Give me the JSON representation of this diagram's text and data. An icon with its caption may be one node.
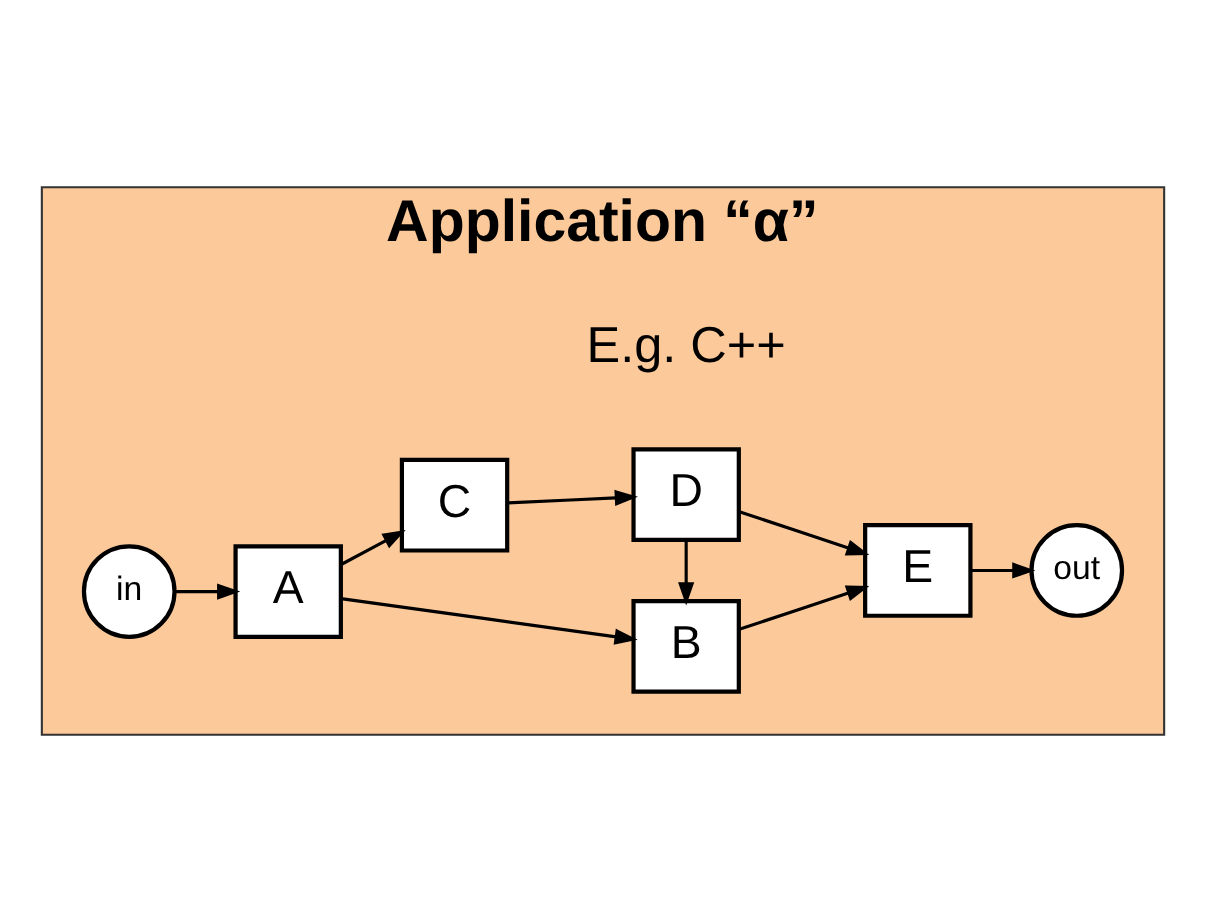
{
  "diagram": {
    "nodes": [
      {
        "text": [
          "Application “α”"
        ]
      },
      {
        "text": [
          "in"
        ],
        "in": 0
      },
      {
        "text": [
          "A"
        ],
        "in": 0
      },
      {
        "text": [
          "B"
        ],
        "in": 0
      },
      {
        "text": [
          "C"
        ],
        "in": 0
      },
      {
        "text": [
          "D"
        ],
        "in": 0
      },
      {
        "text": [
          "E"
        ],
        "in": 0
      },
      {
        "text": [
          "out"
        ],
        "in": 0
      }
    ],
    "edges": [
      {
        "from": 1,
        "to": 2,
        "arrow": "to"
      },
      {
        "from": 2,
        "to": 3,
        "arrow": "to"
      },
      {
        "from": 2,
        "to": 4,
        "arrow": "to"
      },
      {
        "from": 3,
        "to": 6,
        "arrow": "to"
      },
      {
        "from": 4,
        "to": 5,
        "arrow": "to"
      },
      {
        "from": 5,
        "to": 3,
        "arrow": "to"
      },
      {
        "from": 5,
        "to": 6,
        "arrow": "to"
      },
      {
        "from": 6,
        "to": 7,
        "arrow": "to"
      }
    ],
    "labels": [
      "E.g. C++"
    ]
  }
}
